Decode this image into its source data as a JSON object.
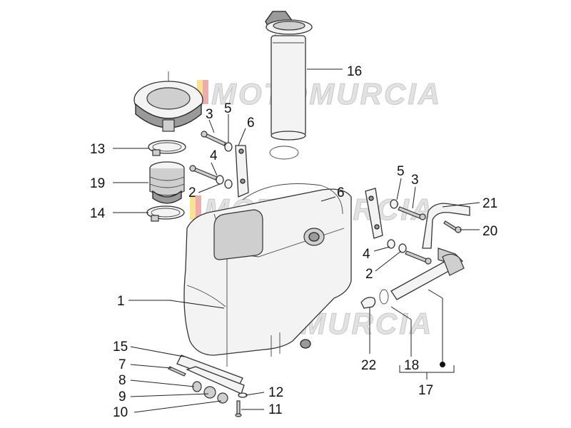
{
  "watermark": {
    "text": "MOTOMURCIA"
  },
  "callouts": [
    {
      "id": "c1",
      "text": "1"
    },
    {
      "id": "c2a",
      "text": "2"
    },
    {
      "id": "c2b",
      "text": "2"
    },
    {
      "id": "c3a",
      "text": "3"
    },
    {
      "id": "c3b",
      "text": "3"
    },
    {
      "id": "c4a",
      "text": "4"
    },
    {
      "id": "c4b",
      "text": "4"
    },
    {
      "id": "c5a",
      "text": "5"
    },
    {
      "id": "c5b",
      "text": "5"
    },
    {
      "id": "c6a",
      "text": "6"
    },
    {
      "id": "c6b",
      "text": "6"
    },
    {
      "id": "c7",
      "text": "7"
    },
    {
      "id": "c8",
      "text": "8"
    },
    {
      "id": "c9",
      "text": "9"
    },
    {
      "id": "c10",
      "text": "10"
    },
    {
      "id": "c11",
      "text": "11"
    },
    {
      "id": "c12",
      "text": "12"
    },
    {
      "id": "c13",
      "text": "13"
    },
    {
      "id": "c14",
      "text": "14"
    },
    {
      "id": "c15",
      "text": "15"
    },
    {
      "id": "c16",
      "text": "16"
    },
    {
      "id": "c17",
      "text": "17"
    },
    {
      "id": "c18",
      "text": "18"
    },
    {
      "id": "c19",
      "text": "19"
    },
    {
      "id": "c20",
      "text": "20"
    },
    {
      "id": "c21",
      "text": "21"
    },
    {
      "id": "c22",
      "text": "22"
    }
  ]
}
